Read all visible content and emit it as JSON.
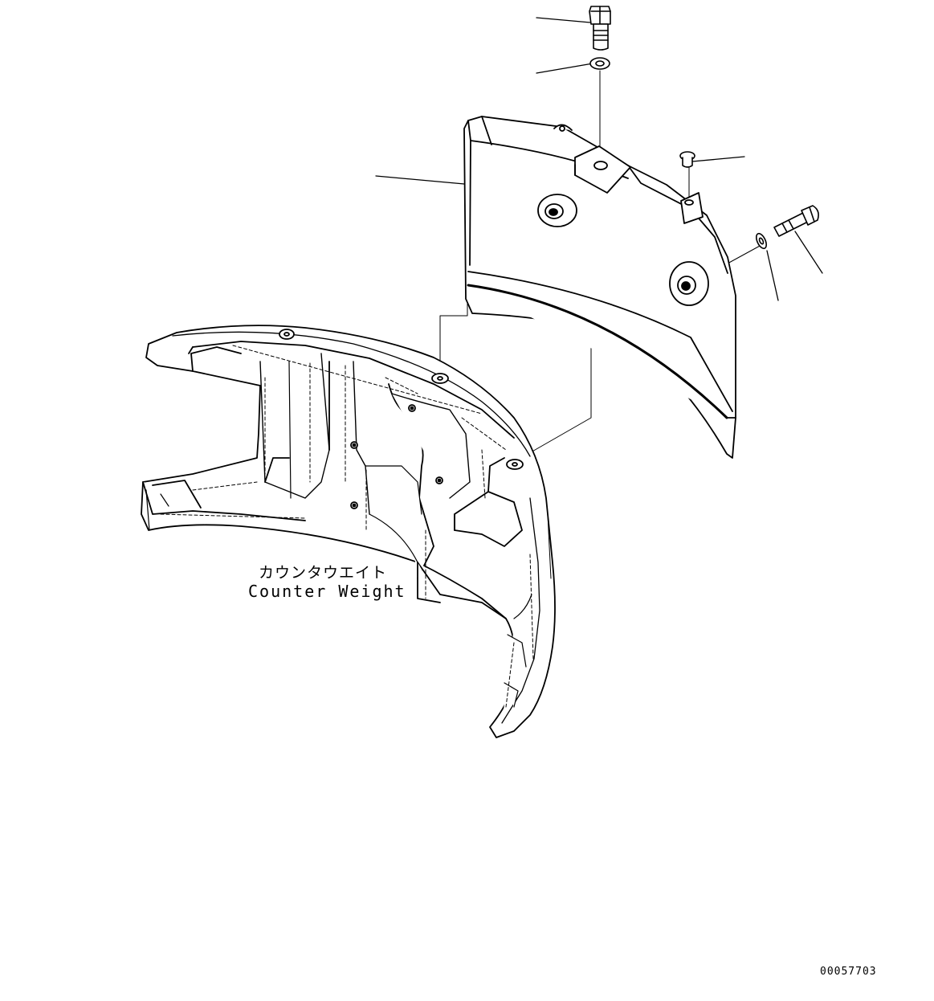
{
  "diagram": {
    "part_label_jp": "カウンタウエイト",
    "part_label_en": "Counter Weight",
    "drawing_code": "00057703"
  }
}
